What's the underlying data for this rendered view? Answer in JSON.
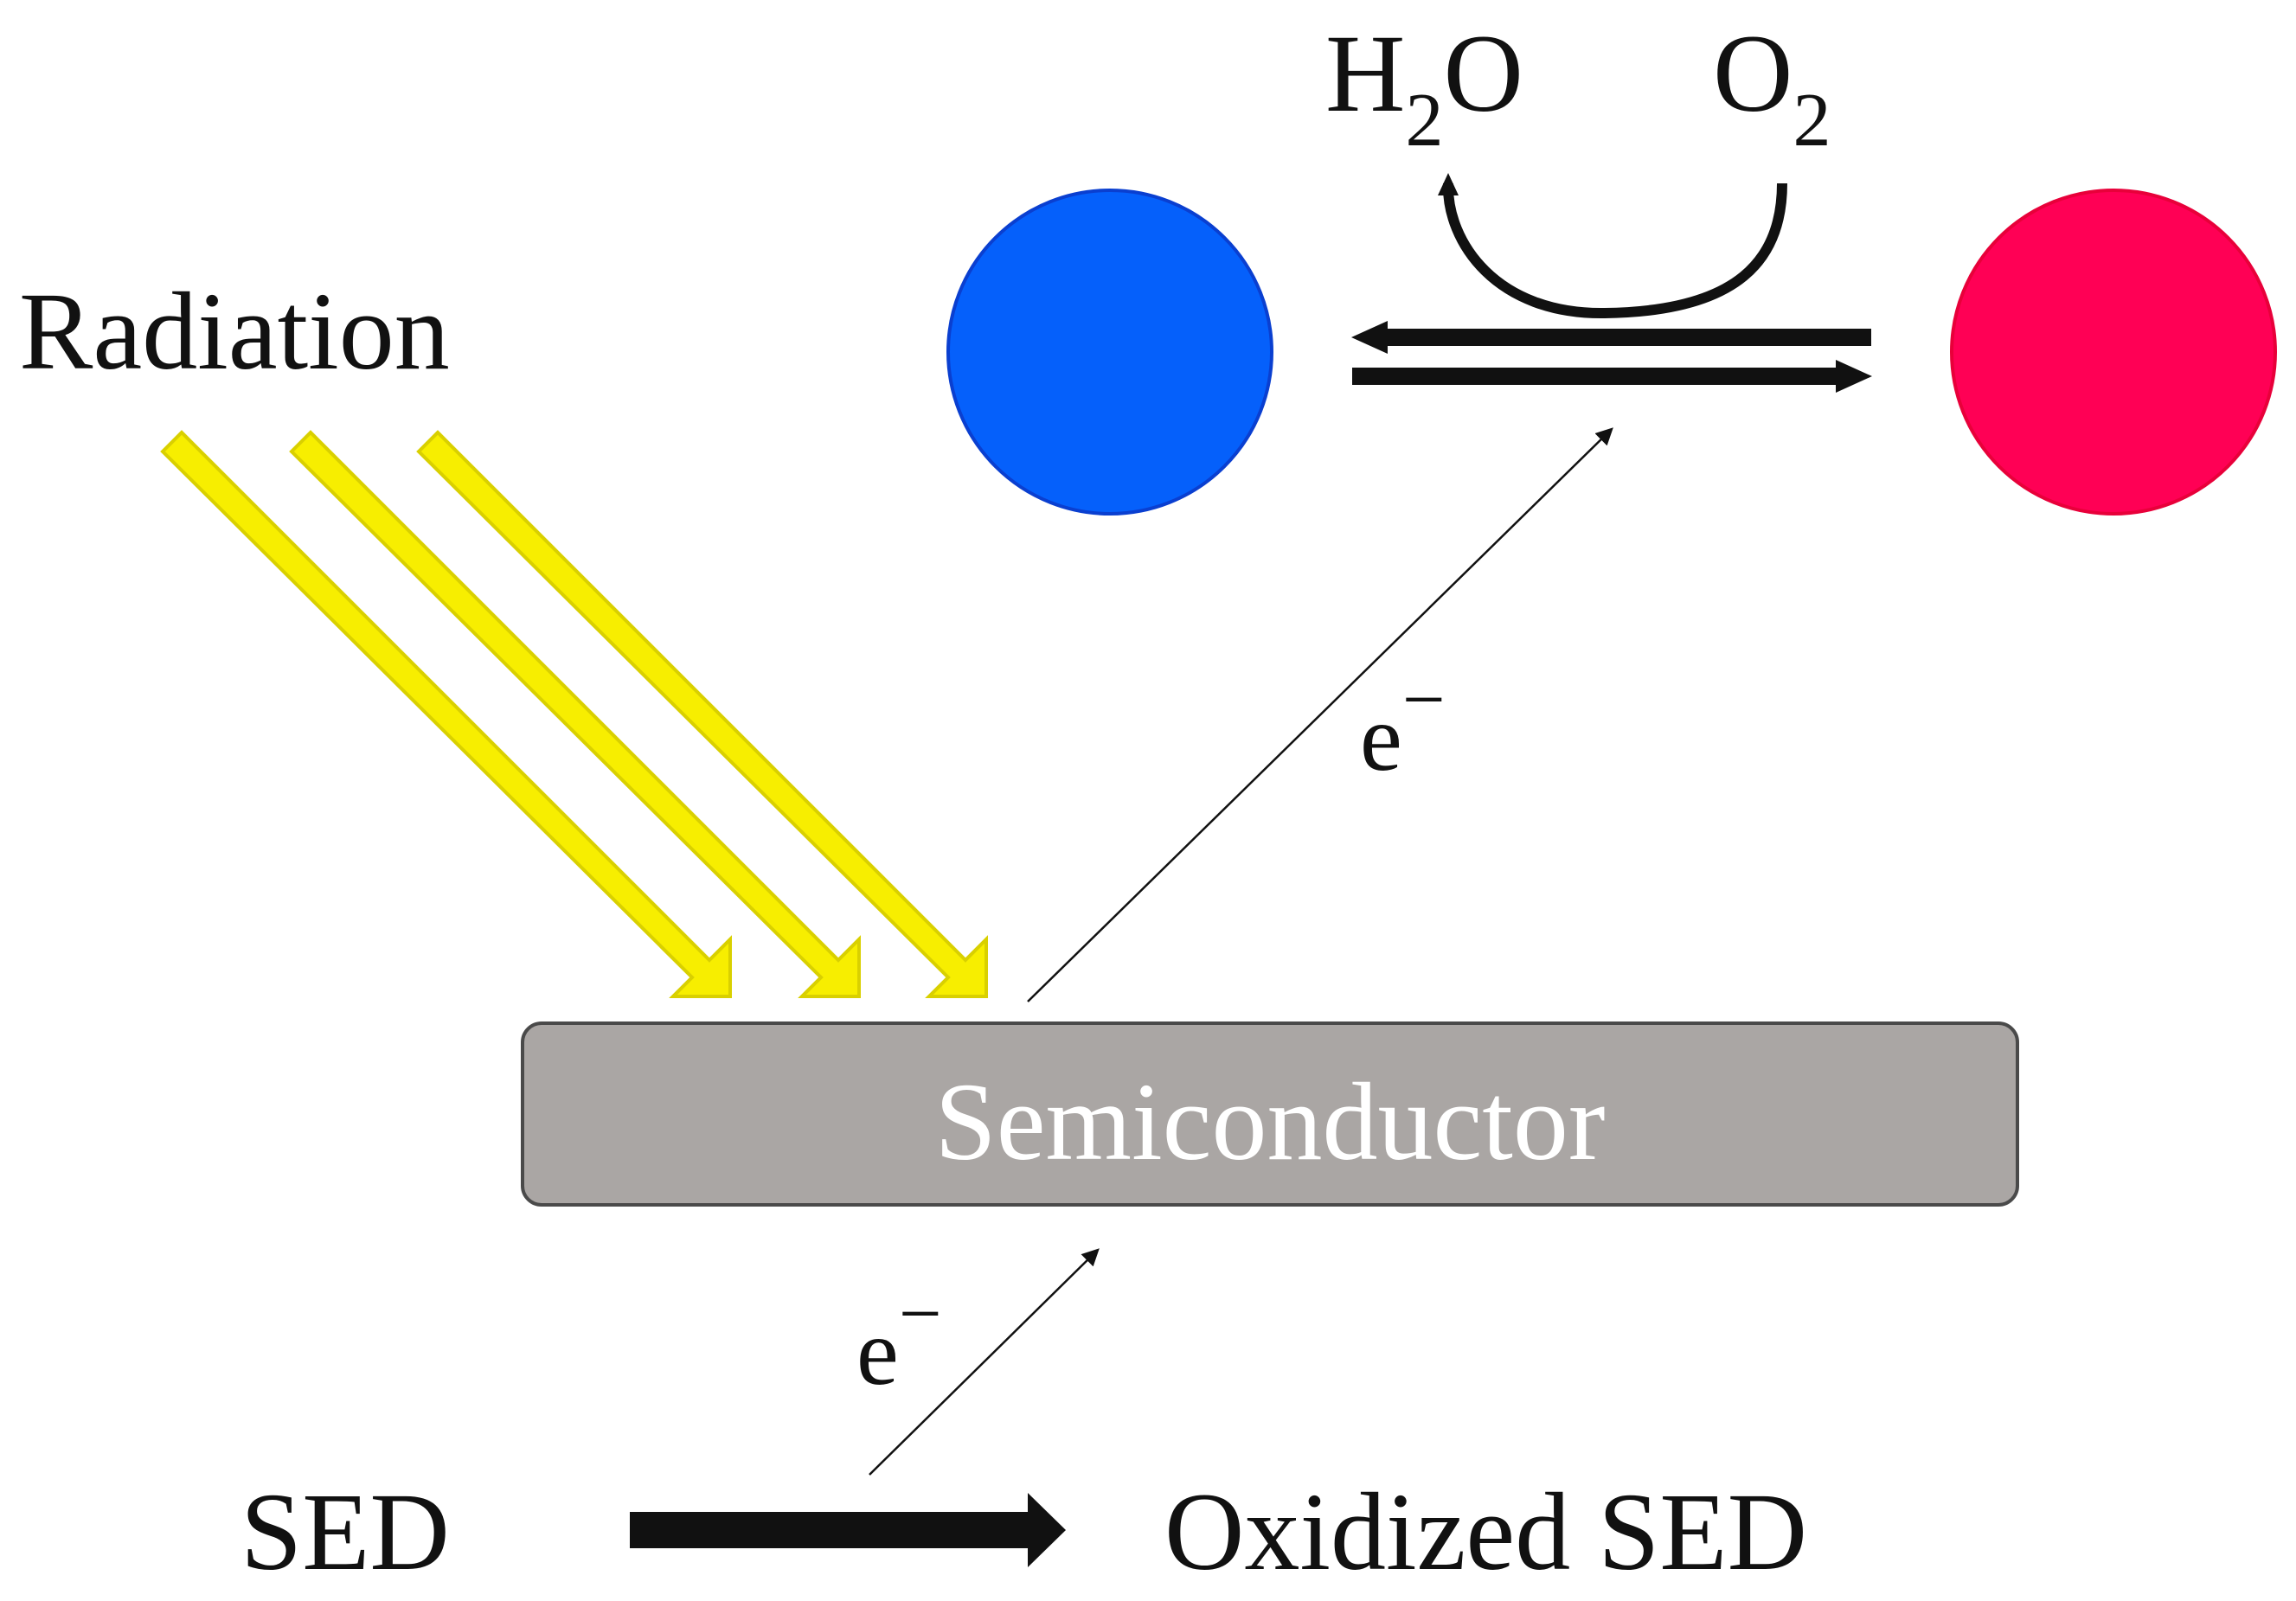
{
  "labels": {
    "radiation": "Radiation",
    "semiconductor": "Semiconductor",
    "h2o_main": "H",
    "h2o_sub": "2",
    "h2o_tail": "O",
    "o2_main": "O",
    "o2_sub": "2",
    "electron_top": "e",
    "electron_top_sup": "−",
    "electron_bottom": "e",
    "electron_bottom_sup": "−",
    "sed": "SED",
    "oxidized_sed": "Oxidized SED"
  },
  "colors": {
    "radiation_arrow_fill": "#f7ee00",
    "radiation_arrow_stroke": "#d9d000",
    "blue_circle": "#0560fb",
    "blue_circle_stroke": "#0a3fd0",
    "red_circle": "#ff0055",
    "red_circle_stroke": "#e8003a",
    "semiconductor_fill": "#aaa6a4",
    "semiconductor_stroke": "#4a4a4a",
    "arrow_dark": "#111111"
  }
}
